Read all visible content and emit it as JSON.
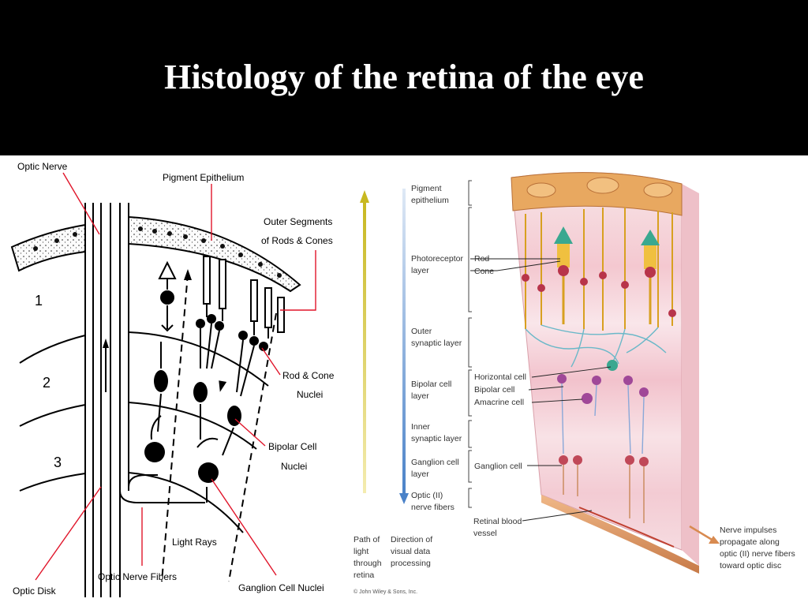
{
  "slide": {
    "title": "Histology of the retina of the eye"
  },
  "left_diagram": {
    "labels": {
      "optic_nerve": "Optic Nerve",
      "pigment_epithelium": "Pigment Epithelium",
      "outer_segments_1": "Outer Segments",
      "outer_segments_2": "of Rods & Cones",
      "rod_cone_nuclei_1": "Rod & Cone",
      "rod_cone_nuclei_2": "Nuclei",
      "bipolar_nuclei_1": "Bipolar Cell",
      "bipolar_nuclei_2": "Nuclei",
      "light_rays": "Light Rays",
      "optic_nerve_fibers": "Optic Nerve Fibers",
      "ganglion_nuclei": "Ganglion Cell Nuclei",
      "optic_disk": "Optic Disk"
    },
    "layer_numbers": [
      "1",
      "2",
      "3"
    ],
    "colors": {
      "leader": "#e0152a",
      "ink": "#000000"
    }
  },
  "right_diagram": {
    "layers": {
      "pigment_1": "Pigment",
      "pigment_2": "epithelium",
      "photoreceptor_1": "Photoreceptor",
      "photoreceptor_2": "layer",
      "outer_syn_1": "Outer",
      "outer_syn_2": "synaptic layer",
      "bipolar_1": "Bipolar cell",
      "bipolar_2": "layer",
      "inner_syn_1": "Inner",
      "inner_syn_2": "synaptic layer",
      "ganglion_1": "Ganglion cell",
      "ganglion_2": "layer",
      "optic_1": "Optic (II)",
      "optic_2": "nerve fibers"
    },
    "cells": {
      "rod": "Rod",
      "cone": "Cone",
      "horizontal": "Horizontal cell",
      "bipolar": "Bipolar cell",
      "amacrine": "Amacrine cell",
      "ganglion": "Ganglion cell",
      "vessel_1": "Retinal blood",
      "vessel_2": "vessel"
    },
    "impulse": {
      "line1": "Nerve impulses",
      "line2": "propagate along",
      "line3": "optic (II) nerve fibers",
      "line4": "toward optic disc"
    },
    "legend": {
      "light_1": "Path of",
      "light_2": "light",
      "light_3": "through",
      "light_4": "retina",
      "visual_1": "Direction of",
      "visual_2": "visual data",
      "visual_3": "processing"
    },
    "copyright": "© John Wiley & Sons, Inc.",
    "colors": {
      "light_arrow": "#d8c83a",
      "data_arrow": "#5a8fd0",
      "tissue": "#f6d3da",
      "photoreceptor": "#f0c040",
      "nucleus": "#b8344a",
      "synapse": "#6ab8c8"
    }
  }
}
